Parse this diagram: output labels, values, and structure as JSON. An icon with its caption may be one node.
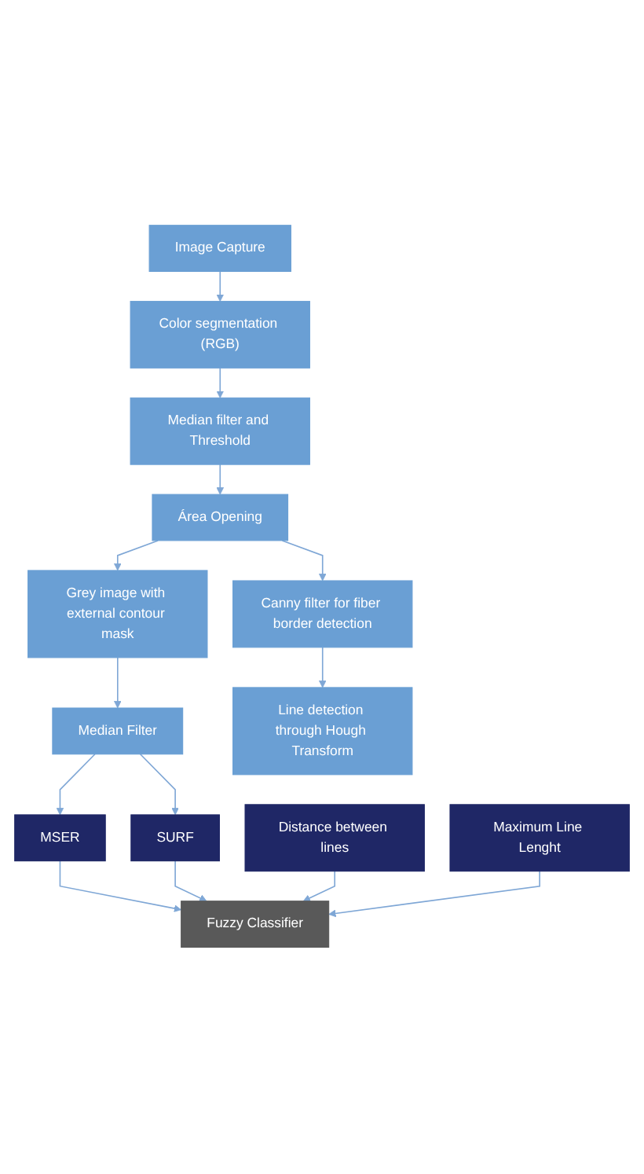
{
  "diagram": {
    "nodes": [
      {
        "text": [
          "Image Capture"
        ]
      },
      {
        "text": [
          "Color segmentation (RGB)"
        ]
      },
      {
        "text": [
          "Median filter and Threshold"
        ]
      },
      {
        "text": [
          "Área Opening"
        ]
      },
      {
        "text": [
          "Grey image with external contour mask"
        ]
      },
      {
        "text": [
          "Canny filter for fiber border detection"
        ]
      },
      {
        "text": [
          "Median Filter"
        ]
      },
      {
        "text": [
          "Line detection through Hough Transform"
        ]
      },
      {
        "text": [
          "MSER"
        ]
      },
      {
        "text": [
          "SURF"
        ]
      },
      {
        "text": [
          "Distance between lines"
        ]
      },
      {
        "text": [
          "Fuzzy Classifier"
        ]
      },
      {
        "text": [
          "Maximum Line Lenght"
        ]
      }
    ],
    "edges": [
      {
        "from": 0,
        "to": 1,
        "arrow": "to"
      },
      {
        "from": 1,
        "to": 2,
        "arrow": "to"
      },
      {
        "from": 2,
        "to": 3,
        "arrow": "to"
      },
      {
        "from": 3,
        "to": 4,
        "arrow": "to"
      },
      {
        "from": 3,
        "to": 5,
        "arrow": "to"
      },
      {
        "from": 4,
        "to": 6,
        "arrow": "to"
      },
      {
        "from": 5,
        "to": 7,
        "arrow": "to"
      },
      {
        "from": 6,
        "to": 8,
        "arrow": "to"
      },
      {
        "from": 6,
        "to": 9,
        "arrow": "to"
      },
      {
        "from": 8,
        "to": 11,
        "arrow": "to"
      },
      {
        "from": 9,
        "to": 11,
        "arrow": "to"
      },
      {
        "from": 10,
        "to": 11,
        "arrow": "to"
      },
      {
        "from": 12,
        "to": 11,
        "arrow": "to"
      }
    ]
  }
}
